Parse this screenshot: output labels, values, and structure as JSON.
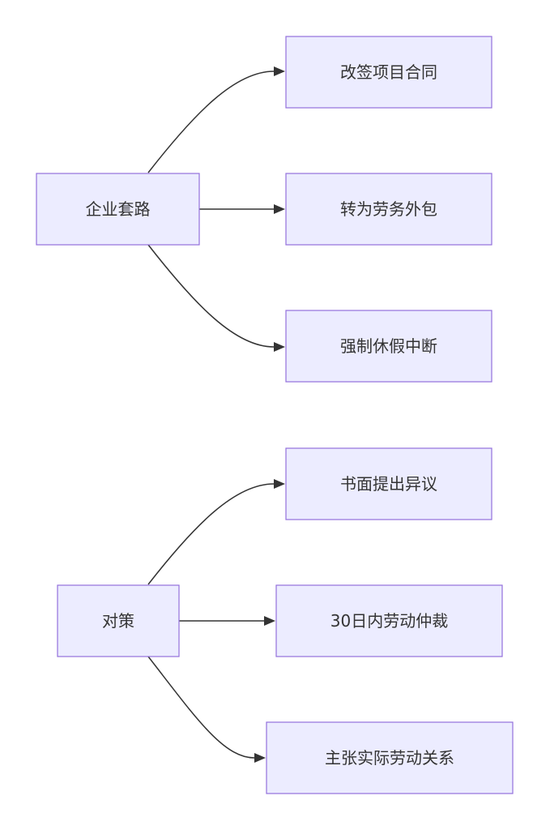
{
  "diagram": {
    "type": "flowchart",
    "direction": "left-to-right",
    "colors": {
      "node_fill": "#ececff",
      "node_stroke": "#9370db",
      "edge": "#333333",
      "text": "#333333"
    },
    "groups": [
      {
        "root": {
          "label": "企业套路"
        },
        "children": [
          {
            "label": "改签项目合同"
          },
          {
            "label": "转为劳务外包"
          },
          {
            "label": "强制休假中断"
          }
        ]
      },
      {
        "root": {
          "label": "对策"
        },
        "children": [
          {
            "label": "书面提出异议"
          },
          {
            "label": "30日内劳动仲裁"
          },
          {
            "label": "主张实际劳动关系"
          }
        ]
      }
    ]
  }
}
